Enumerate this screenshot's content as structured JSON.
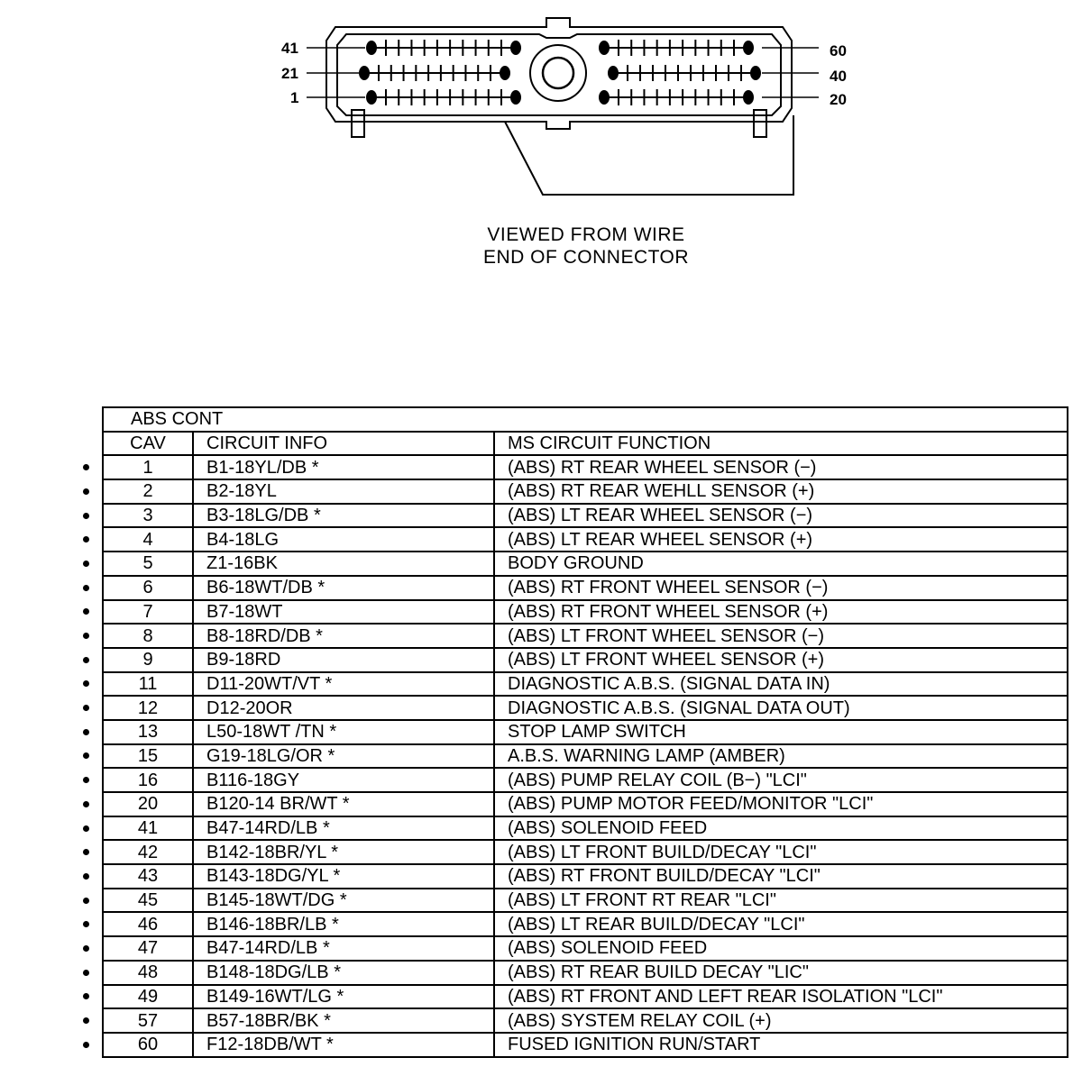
{
  "connector": {
    "pin_labels_left": [
      "41",
      "21",
      "1"
    ],
    "pin_labels_right": [
      "60",
      "40",
      "20"
    ]
  },
  "caption": {
    "line1": "VIEWED FROM WIRE",
    "line2": "END OF CONNECTOR"
  },
  "table": {
    "title": "ABS CONT",
    "headers": {
      "cav": "CAV",
      "circuit": "CIRCUIT INFO",
      "function": "MS CIRCUIT FUNCTION"
    },
    "rows": [
      {
        "cav": "1",
        "circuit": "B1-18YL/DB  *",
        "function": "(ABS) RT REAR WHEEL SENSOR (−)"
      },
      {
        "cav": "2",
        "circuit": "B2-18YL",
        "function": "(ABS) RT REAR WEHLL SENSOR (+)"
      },
      {
        "cav": "3",
        "circuit": "B3-18LG/DB  *",
        "function": "(ABS) LT REAR WHEEL SENSOR (−)"
      },
      {
        "cav": "4",
        "circuit": "B4-18LG",
        "function": "(ABS) LT REAR WHEEL SENSOR (+)"
      },
      {
        "cav": "5",
        "circuit": "Z1-16BK",
        "function": "BODY GROUND"
      },
      {
        "cav": "6",
        "circuit": "B6-18WT/DB  *",
        "function": "(ABS) RT FRONT WHEEL SENSOR (−)"
      },
      {
        "cav": "7",
        "circuit": "B7-18WT",
        "function": "(ABS) RT FRONT WHEEL SENSOR (+)"
      },
      {
        "cav": "8",
        "circuit": "B8-18RD/DB  *",
        "function": "(ABS) LT FRONT WHEEL SENSOR (−)"
      },
      {
        "cav": "9",
        "circuit": "B9-18RD",
        "function": "(ABS) LT FRONT WHEEL SENSOR (+)"
      },
      {
        "cav": "11",
        "circuit": "D11-20WT/VT  *",
        "function": "DIAGNOSTIC A.B.S. (SIGNAL DATA IN)"
      },
      {
        "cav": "12",
        "circuit": "D12-20OR",
        "function": "DIAGNOSTIC A.B.S. (SIGNAL DATA OUT)"
      },
      {
        "cav": "13",
        "circuit": "L50-18WT /TN  *",
        "function": "STOP LAMP SWITCH"
      },
      {
        "cav": "15",
        "circuit": "G19-18LG/OR  *",
        "function": "A.B.S. WARNING LAMP (AMBER)"
      },
      {
        "cav": "16",
        "circuit": "B116-18GY",
        "function": "(ABS) PUMP RELAY COIL (B−) \"LCI\""
      },
      {
        "cav": "20",
        "circuit": "B120-14 BR/WT  *",
        "function": "(ABS) PUMP MOTOR FEED/MONITOR \"LCI\""
      },
      {
        "cav": "41",
        "circuit": "B47-14RD/LB  *",
        "function": "(ABS) SOLENOID FEED"
      },
      {
        "cav": "42",
        "circuit": "B142-18BR/YL  *",
        "function": "(ABS) LT FRONT BUILD/DECAY \"LCI\""
      },
      {
        "cav": "43",
        "circuit": "B143-18DG/YL  *",
        "function": "(ABS) RT FRONT BUILD/DECAY \"LCI\""
      },
      {
        "cav": "45",
        "circuit": "B145-18WT/DG  *",
        "function": "(ABS) LT FRONT RT REAR \"LCI\""
      },
      {
        "cav": "46",
        "circuit": "B146-18BR/LB  *",
        "function": "(ABS) LT REAR BUILD/DECAY \"LCI\""
      },
      {
        "cav": "47",
        "circuit": "B47-14RD/LB  *",
        "function": "(ABS) SOLENOID FEED"
      },
      {
        "cav": "48",
        "circuit": "B148-18DG/LB  *",
        "function": "(ABS) RT REAR BUILD DECAY \"LIC\""
      },
      {
        "cav": "49",
        "circuit": "B149-16WT/LG  *",
        "function": "(ABS) RT FRONT AND LEFT REAR ISOLATION \"LCI\""
      },
      {
        "cav": "57",
        "circuit": "B57-18BR/BK  *",
        "function": "(ABS) SYSTEM RELAY COIL (+)"
      },
      {
        "cav": "60",
        "circuit": "F12-18DB/WT  *",
        "function": "FUSED IGNITION RUN/START"
      }
    ]
  }
}
